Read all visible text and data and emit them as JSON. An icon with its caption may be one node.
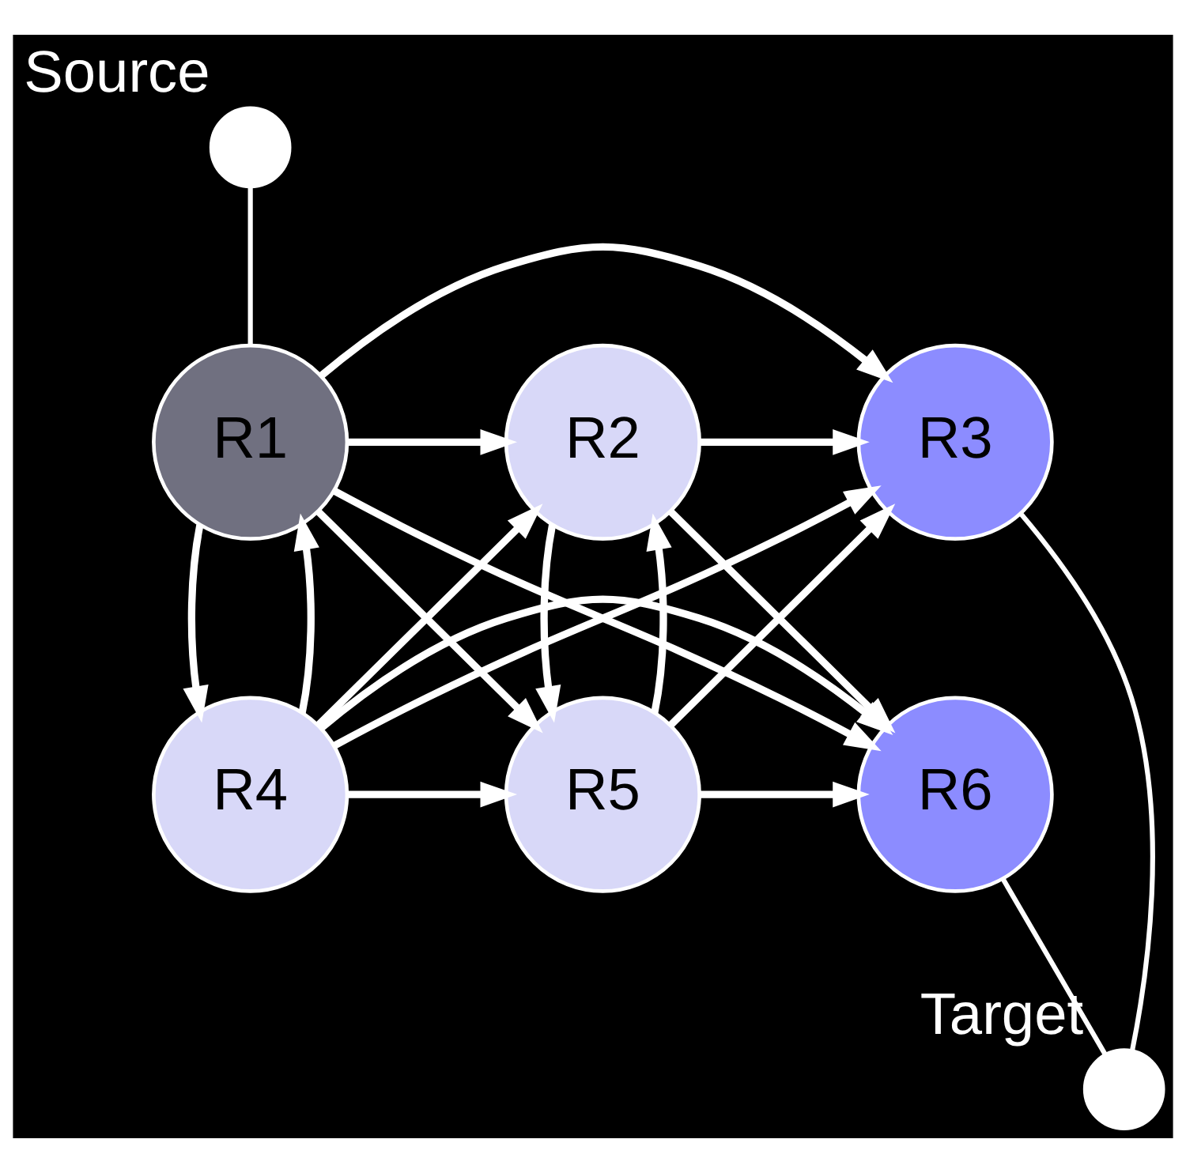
{
  "diagram": {
    "nodes": [
      {
        "text": [],
        "shape": "circle",
        "beside": [
          "Source"
        ]
      },
      {
        "text": [
          "R1"
        ]
      },
      {
        "text": [
          "R2"
        ]
      },
      {
        "text": [
          "R3"
        ]
      },
      {
        "text": [
          "R4"
        ]
      },
      {
        "text": [
          "R5"
        ]
      },
      {
        "text": [
          "R6"
        ]
      },
      {
        "text": [],
        "shape": "circle",
        "beside": [
          "Target"
        ]
      }
    ],
    "edges": [
      {
        "from": 0,
        "to": 1,
        "arrow": "none"
      },
      {
        "from": 1,
        "to": 3,
        "arrow": "to"
      },
      {
        "from": 1,
        "to": 2,
        "arrow": "to"
      },
      {
        "from": 2,
        "to": 3,
        "arrow": "to"
      },
      {
        "from": 1,
        "to": 4,
        "arrow": "to"
      },
      {
        "from": 4,
        "to": 1,
        "arrow": "to"
      },
      {
        "from": 1,
        "to": 5,
        "arrow": "to"
      },
      {
        "from": 1,
        "to": 6,
        "arrow": "to"
      },
      {
        "from": 4,
        "to": 2,
        "arrow": "to"
      },
      {
        "from": 4,
        "to": 3,
        "arrow": "to"
      },
      {
        "from": 4,
        "to": 5,
        "arrow": "to"
      },
      {
        "from": 4,
        "to": 6,
        "arrow": "to"
      },
      {
        "from": 2,
        "to": 5,
        "arrow": "to"
      },
      {
        "from": 5,
        "to": 2,
        "arrow": "to"
      },
      {
        "from": 2,
        "to": 6,
        "arrow": "to"
      },
      {
        "from": 5,
        "to": 3,
        "arrow": "to"
      },
      {
        "from": 5,
        "to": 6,
        "arrow": "to"
      },
      {
        "from": 3,
        "to": 7,
        "arrow": "none"
      },
      {
        "from": 6,
        "to": 7,
        "arrow": "none"
      }
    ]
  }
}
